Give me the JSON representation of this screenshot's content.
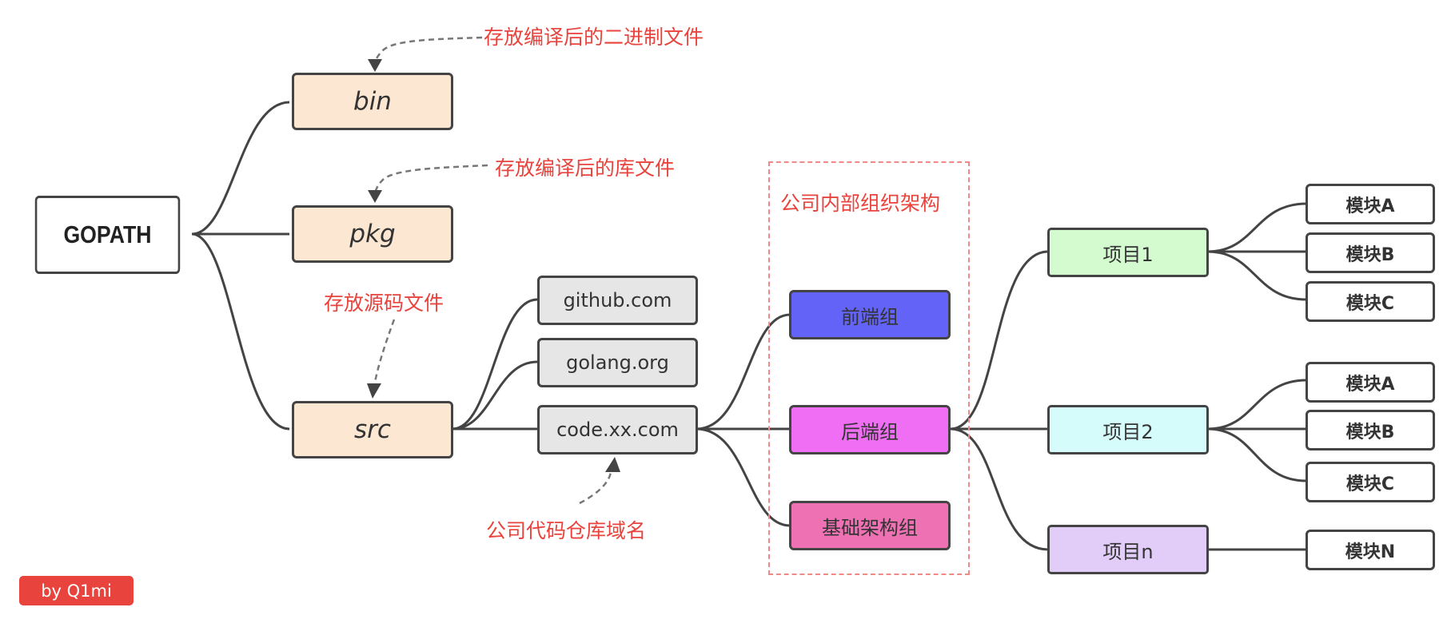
{
  "colors": {
    "line": "#444444",
    "note": "#e8443d",
    "arrow": "#777777",
    "dir_fill": "#fbe7d2",
    "host_fill": "#e6e6e6",
    "frontend_fill": "#6363f7",
    "backend_fill": "#ef6ef3",
    "infra_fill": "#ee71b3",
    "project1_fill": "#d4fbd0",
    "project2_fill": "#d5fbfb",
    "projectn_fill": "#e1cdf8",
    "signature_fill": "#e8443d"
  },
  "root": {
    "label": "GOPATH"
  },
  "dirs": {
    "bin": "bin",
    "pkg": "pkg",
    "src": "src"
  },
  "hosts": {
    "github": "github.com",
    "golang": "golang.org",
    "company": "code.xx.com"
  },
  "groups": {
    "frontend": "前端组",
    "backend": "后端组",
    "infra": "基础架构组"
  },
  "projects": {
    "p1": "项目1",
    "p2": "项目2",
    "pn": "项目n"
  },
  "modules": {
    "p1": [
      "模块A",
      "模块B",
      "模块C"
    ],
    "p2": [
      "模块A",
      "模块B",
      "模块C"
    ],
    "pn": [
      "模块N"
    ]
  },
  "notes": {
    "bin": "存放编译后的二进制文件",
    "pkg": "存放编译后的库文件",
    "src": "存放源码文件",
    "company": "公司代码仓库域名",
    "org": "公司内部组织架构"
  },
  "signature": "by Q1mi"
}
